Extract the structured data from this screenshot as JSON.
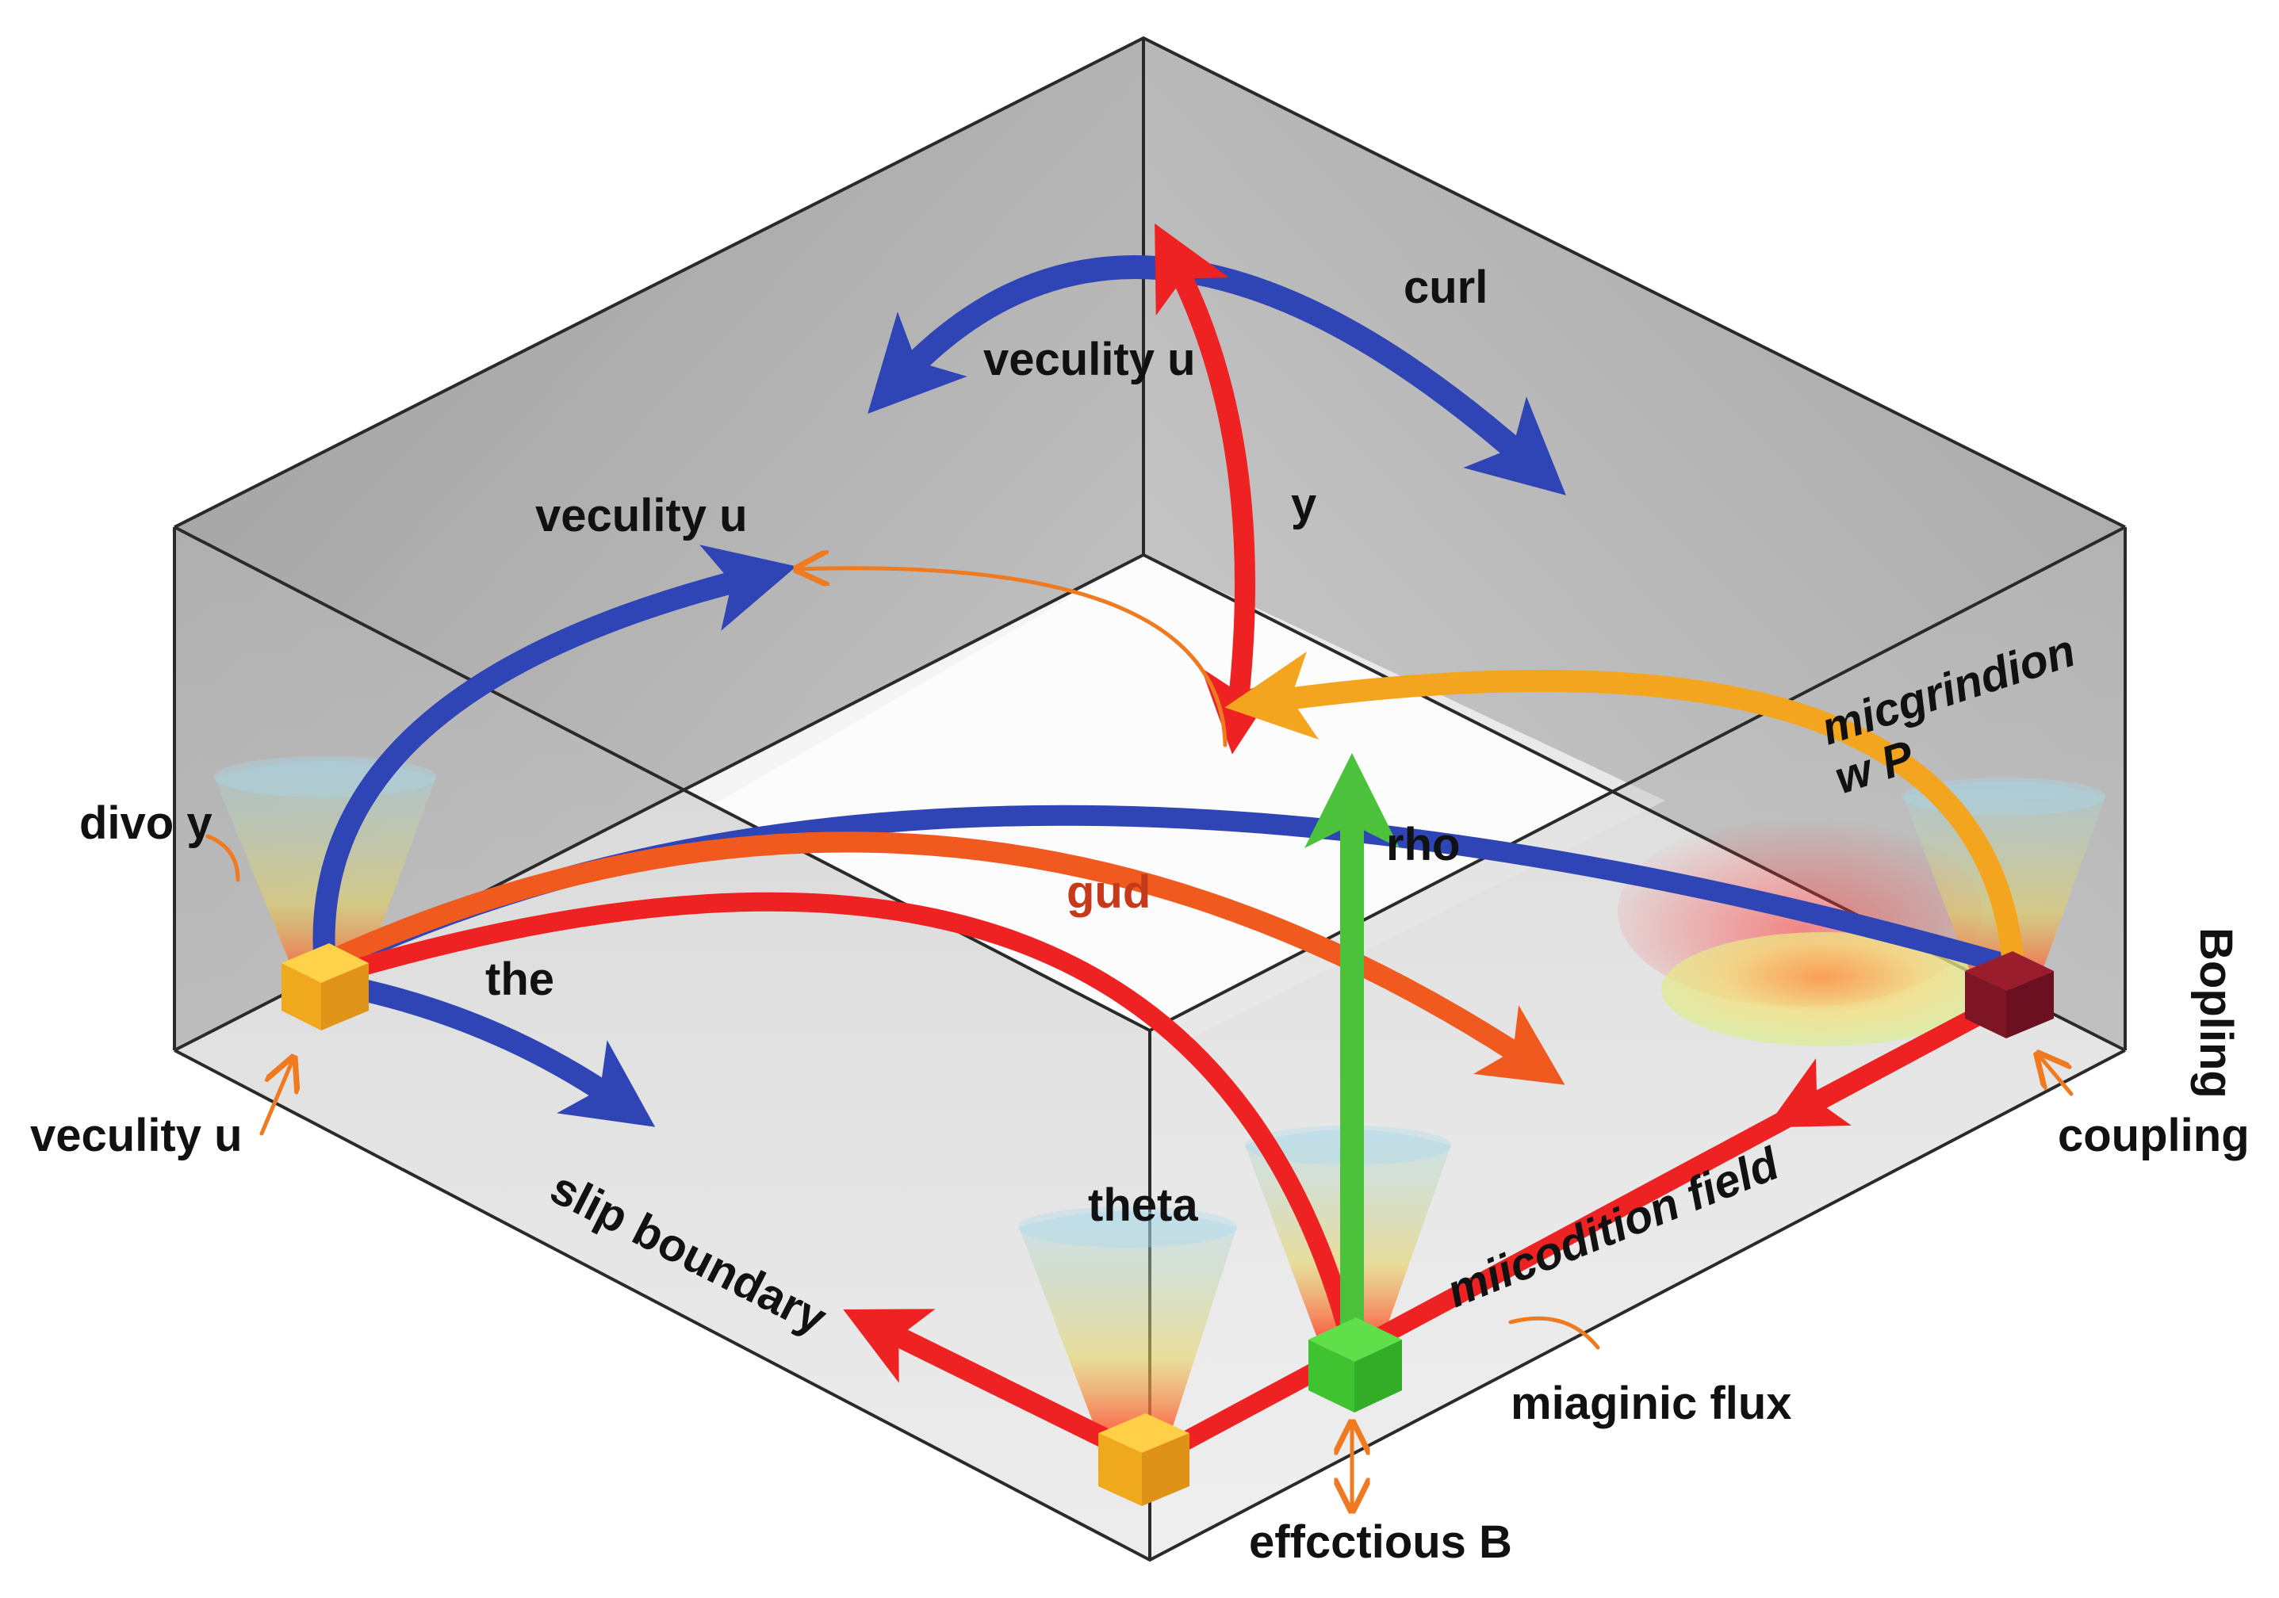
{
  "labels": {
    "curl": "curl",
    "veculity_u_top": "veculity u",
    "y": "y",
    "veculity_u_back": "veculity u",
    "micgrindion_line1": "micgrindion",
    "micgrindion_line2": "w P",
    "bopling": "Bopling",
    "divo_y": "divo y",
    "gud": "gud",
    "rho": "rho",
    "the": "the",
    "veculity_u_left": "veculity u",
    "coupling": "coupling",
    "theta": "theta",
    "slip_boundary": "slip boundary",
    "miicodition_field": "miicodition field",
    "miaginic_flux": "miaginic flux",
    "effctious_b": "effcctious B"
  },
  "colors": {
    "blue_arrow": "#2f45b5",
    "red_arrow": "#ee2222",
    "orange_arrow": "#f07a1f",
    "amber_arrow": "#f3a51f",
    "green_arrow": "#4cc13c",
    "back_wall": "#b9b9b9",
    "side_wall": "#d6d6d6",
    "floor": "#f4f4f4",
    "gud_label": "#c43a1a"
  }
}
